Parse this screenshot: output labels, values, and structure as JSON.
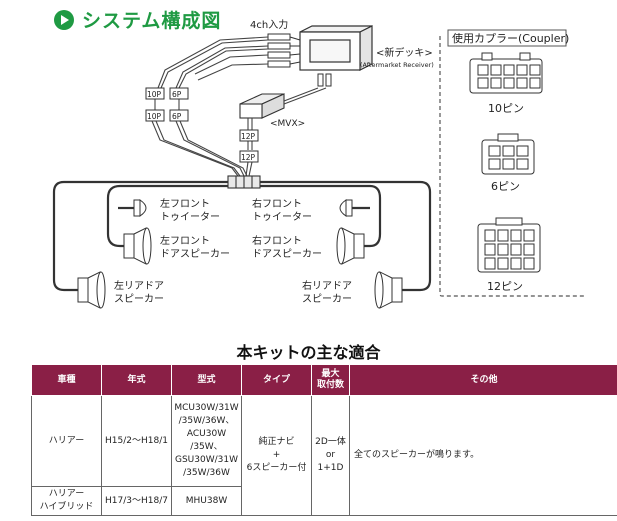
{
  "header": {
    "title": "システム構成図"
  },
  "diagram": {
    "input_label": "4ch入力",
    "deck_label": "<新デッキ>",
    "deck_sub": "(Aftermarket Receiver)",
    "coupler_title": "使用カプラー(Coupler)",
    "conn_10p": "10P",
    "conn_6p": "6P",
    "conn_12p": "12P",
    "mvx_label": "<MVX>",
    "speakers": {
      "lf_tweeter": [
        "左フロント",
        "トゥイーター"
      ],
      "rf_tweeter": [
        "右フロント",
        "トゥイーター"
      ],
      "lf_door": [
        "左フロント",
        "ドアスピーカー"
      ],
      "rf_door": [
        "右フロント",
        "ドアスピーカー"
      ],
      "lr_door": [
        "左リアドア",
        "スピーカー"
      ],
      "rr_door": [
        "右リアドア",
        "スピーカー"
      ]
    },
    "couplers": [
      "10ピン",
      "6ピン",
      "12ピン"
    ]
  },
  "fitment": {
    "title": "本キットの主な適合",
    "headers": [
      "車種",
      "年式",
      "型式",
      "タイプ",
      "最大\n取付数",
      "その他"
    ],
    "rows": [
      {
        "model": "ハリアー",
        "year": "H15/2〜H18/1",
        "code_lines": [
          "MCU30W/31W",
          "/35W/36W、",
          "ACU30W",
          "/35W、",
          "GSU30W/31W",
          "/35W/36W"
        ],
        "type_lines": [
          "純正ナビ",
          "+",
          "6スピーカー付"
        ],
        "max_lines": [
          "2D一体",
          "or",
          "1+1D"
        ],
        "other": "全てのスピーカーが鳴ります。"
      },
      {
        "model_lines": [
          "ハリアー",
          "ハイブリッド"
        ],
        "year": "H17/3〜H18/7",
        "code": "MHU38W"
      }
    ]
  }
}
